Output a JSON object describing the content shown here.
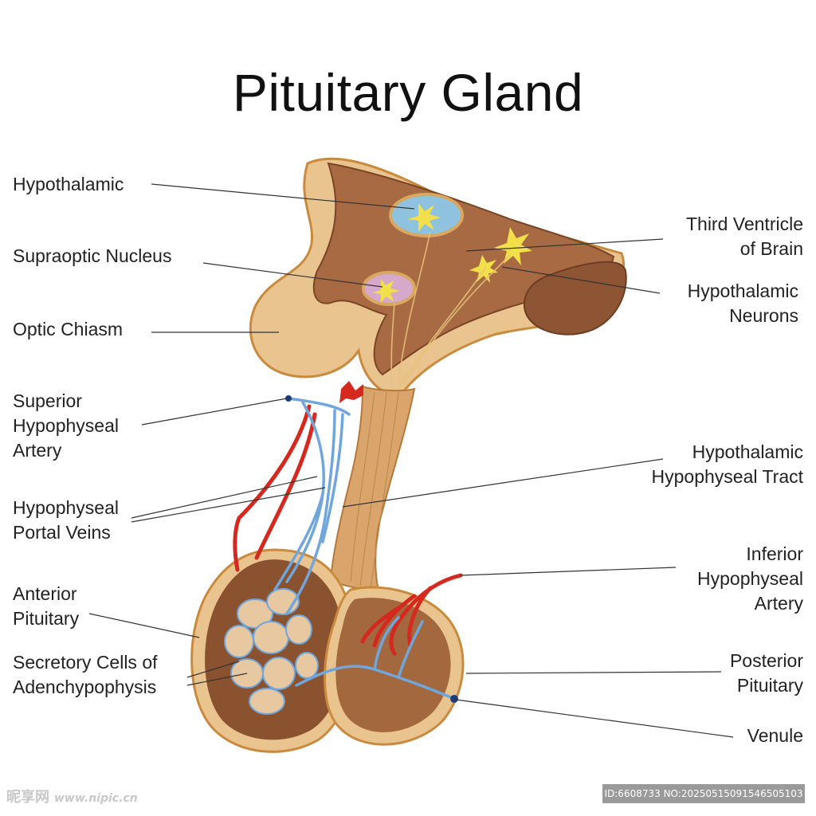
{
  "title": "Pituitary Gland",
  "labels": {
    "hypothalamic": [
      "Hypothalamic"
    ],
    "supraoptic_nucleus": [
      "Supraoptic Nucleus"
    ],
    "optic_chiasm": [
      "Optic Chiasm"
    ],
    "superior_hypophyseal_artery": [
      "Superior",
      "Hypophyseal",
      "Artery"
    ],
    "hypophyseal_portal_veins": [
      "Hypophyseal",
      "Portal Veins"
    ],
    "anterior_pituitary": [
      "Anterior",
      "Pituitary"
    ],
    "secretory_cells": [
      "Secretory Cells of",
      "Adenchypophysis"
    ],
    "third_ventricle": [
      "Third Ventricle",
      "of Brain"
    ],
    "hypothalamic_neurons": [
      "Hypothalamic",
      "Neurons"
    ],
    "hypothalamic_hypophyseal_tract": [
      "Hypothalamic",
      "Hypophyseal Tract"
    ],
    "inferior_hypophyseal_artery": [
      "Inferior",
      "Hypophyseal",
      "Artery"
    ],
    "posterior_pituitary": [
      "Posterior",
      "Pituitary"
    ],
    "venule": [
      "Venule"
    ]
  },
  "watermark": {
    "brand": "昵享网",
    "url": "www.nipic.cn",
    "id": "ID:6608733 NO:20250515091546505103"
  },
  "colors": {
    "tissue_light": "#e9c48f",
    "tissue_outline": "#c98a3e",
    "tissue_brown": "#a86a43",
    "tissue_dark": "#7a4526",
    "artery": "#d5281e",
    "vein": "#6fa6dc"
  }
}
